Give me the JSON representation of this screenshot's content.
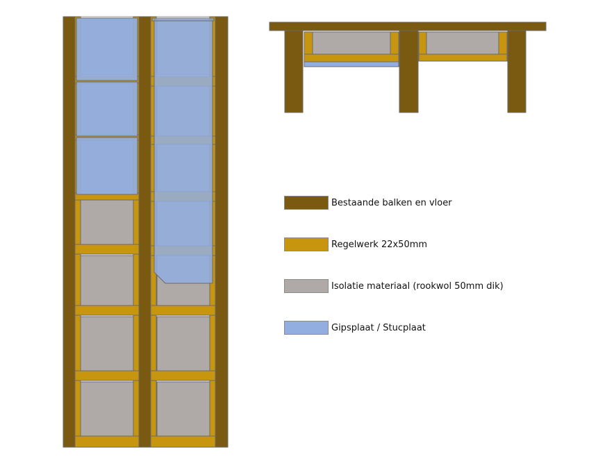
{
  "colors": {
    "beam": "#7a5a10",
    "batten": "#c8960e",
    "insulation": "#afaaa8",
    "plasterboard": "#92aee0",
    "outline": "#6a6a6a",
    "background": "#ffffff"
  },
  "legend": [
    {
      "key": "beam",
      "label": "Bestaande balken en vloer"
    },
    {
      "key": "batten",
      "label": "Regelwerk 22x50mm"
    },
    {
      "key": "insulation",
      "label": "Isolatie materiaal (rookwol 50mm dik)"
    },
    {
      "key": "plasterboard",
      "label": "Gipsplaat / Stucplaat"
    }
  ]
}
